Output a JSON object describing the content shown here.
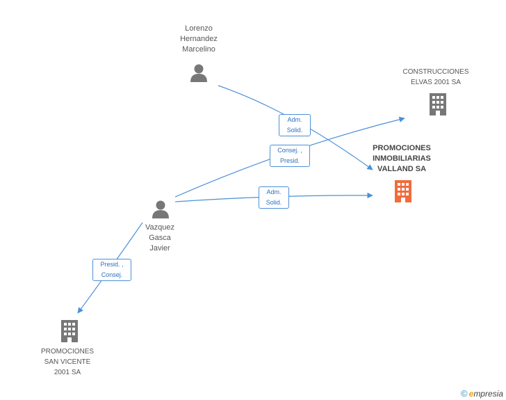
{
  "nodes": {
    "lorenzo": {
      "label": "Lorenzo\nHernandez\nMarcelino"
    },
    "vazquez": {
      "label": "Vazquez\nGasca\nJavier"
    },
    "construcciones": {
      "label": "CONSTRUCCIONES\nELVAS 2001 SA"
    },
    "promociones_valland": {
      "label": "PROMOCIONES\nINMOBILIARIAS\nVALLAND SA"
    },
    "promociones_sanvicente": {
      "label": "PROMOCIONES\nSAN VICENTE\n2001 SA"
    }
  },
  "edges": {
    "lorenzo_valland": {
      "label": "Adm.\nSolid."
    },
    "vazquez_construcciones": {
      "label": "Consej. ,\nPresid."
    },
    "vazquez_valland": {
      "label": "Adm.\nSolid."
    },
    "vazquez_sanvicente": {
      "label": "Presid. ,\nConsej."
    }
  },
  "colors": {
    "edge": "#4a90d9",
    "person_icon": "#777777",
    "building_icon": "#777777",
    "highlight_building": "#f26b3a"
  },
  "footer": {
    "copyright": "©",
    "brand_initial": "e",
    "brand_rest": "mpresia"
  }
}
